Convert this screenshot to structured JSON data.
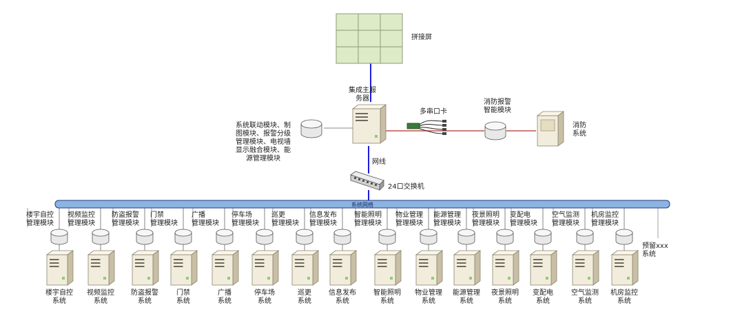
{
  "colors": {
    "screen": "#ddebc6",
    "screen_grid": "#9aa989",
    "blue_link": "#1c1ce0",
    "red_link": "#c0504d",
    "bus_fill": "#8db3e2",
    "bus_stroke": "#1f3c7a",
    "server_light": "#f2ecdc",
    "server_dark": "#c9bfa4",
    "disk": "#e8e8e8"
  },
  "top": {
    "splice_screen_label": "拼接屏",
    "main_server_label": "集成主服\n务器",
    "main_server_modules": "系统联动模块、制\n图模块、报警分级\n管理模块、电视墙\n显示融合模块、能\n源管理模块",
    "multi_serial_card_label": "多串口卡",
    "fire_alarm_module_label": "消防报警\n智能模块",
    "fire_system_label": "消防\n系统",
    "network_cable_label": "网线",
    "switch_label": "24口交换机",
    "bus_label": "系统网络"
  },
  "subsystems": [
    {
      "module": "楼宇自控\n管理模块",
      "system": "楼宇自控\n系统"
    },
    {
      "module": "视频监控\n管理模块",
      "system": "视频监控\n系统"
    },
    {
      "module": "防盗报警\n管理模块",
      "system": "防盗报警\n系统"
    },
    {
      "module": "门禁\n管理模块",
      "system": "门禁\n系统"
    },
    {
      "module": "广播\n管理模块",
      "system": "广播\n系统"
    },
    {
      "module": "停车场\n管理模块",
      "system": "停车场\n系统"
    },
    {
      "module": "巡更\n管理模块",
      "system": "巡更\n系统"
    },
    {
      "module": "信息发布\n管理模块",
      "system": "信息发布\n系统"
    },
    {
      "module": "智能照明\n管理模块",
      "system": "智能照明\n系统"
    },
    {
      "module": "物业管理\n管理模块",
      "system": "物业管理\n系统"
    },
    {
      "module": "能源管理\n管理模块",
      "system": "能源管理\n系统"
    },
    {
      "module": "夜景照明\n管理模块",
      "system": "夜景照明\n系统"
    },
    {
      "module": "变配电\n管理模块",
      "system": "变配电\n系统"
    },
    {
      "module": "空气监测\n管理模块",
      "system": "空气监测\n系统"
    },
    {
      "module": "机房监控\n管理模块",
      "system": "机房监控\n系统"
    }
  ],
  "reserved_label": "预留xxx\n系统"
}
